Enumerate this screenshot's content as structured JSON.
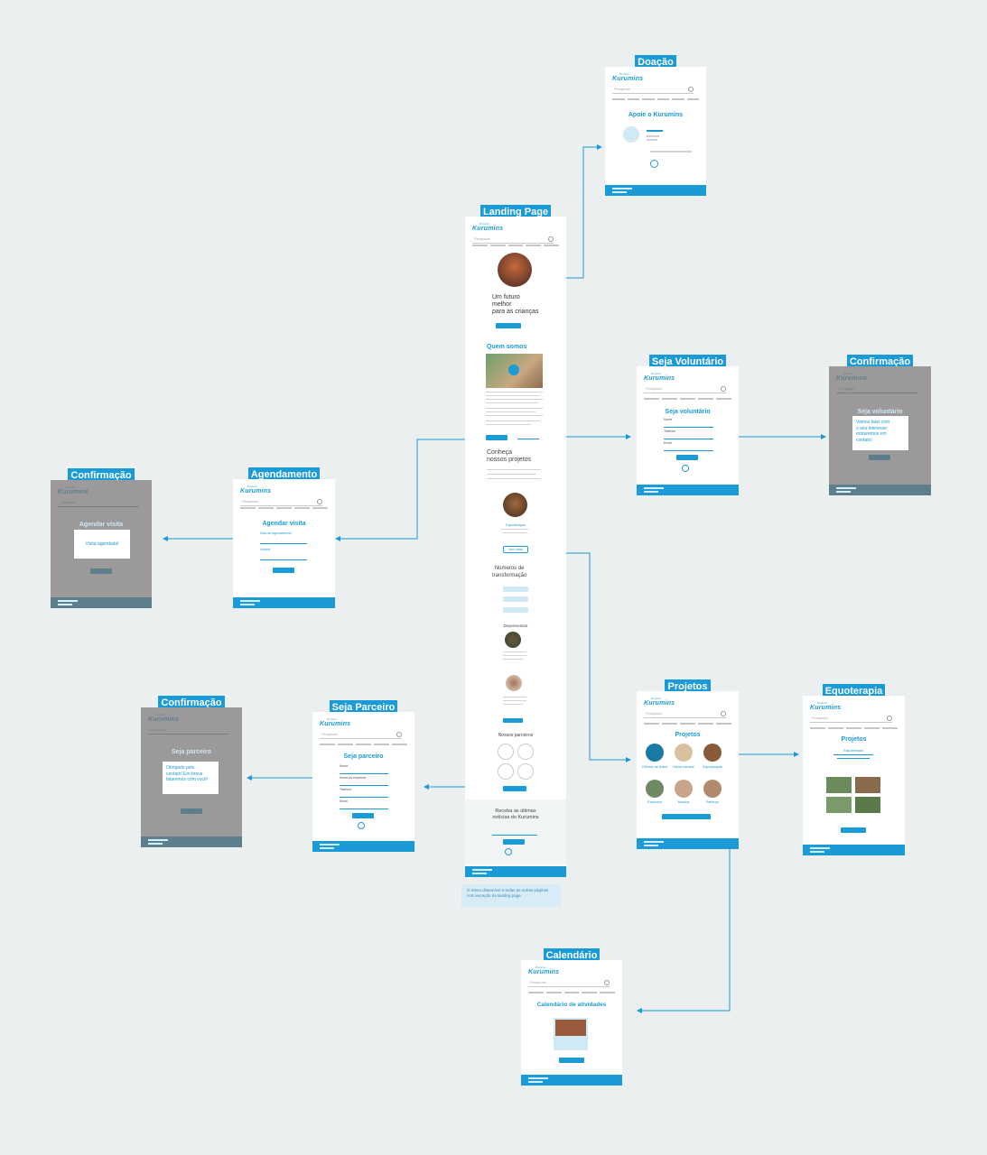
{
  "colors": {
    "accent": "#1a9ad6",
    "overlay": "#9c999b",
    "canvas": "#eceff0",
    "footer_dark": "#5d7f8c"
  },
  "app": {
    "logo_text": "Kurumins",
    "logo_sub": "Projeto"
  },
  "search": {
    "placeholder": "Pesquisar"
  },
  "boards": {
    "doacao": {
      "label": "Doação",
      "heading": "Apoie o Kurumins"
    },
    "landing": {
      "label": "Landing Page",
      "hero_text": "Um futuro\nmelhor\npara as crianças",
      "quem_somos": "Quem somos",
      "projetos_heading": "Conheça\nnossos projetos",
      "projeto_name": "Equoterapia",
      "ver_mais": "Ver mais",
      "numeros": "Números de\ntransformação",
      "depoimentos": "Depoimentos",
      "parceiros": "Nossos parceiros",
      "newsletter": "Receba as últimas\nnotícias do Kurumins"
    },
    "voluntario": {
      "label": "Seja Voluntário",
      "heading": "Seja voluntário",
      "fields": [
        "Nome",
        "Telefone",
        "Email"
      ]
    },
    "conf_voluntario": {
      "label": "Confirmação",
      "heading": "Seja voluntário",
      "modal": "Vamos falar com\no seu interesse\nentraremos em\ncontato!"
    },
    "agendamento": {
      "label": "Agendamento",
      "heading": "Agendar visita",
      "fields": [
        "Data de agendamento",
        "Horário"
      ]
    },
    "conf_agendamento": {
      "label": "Confirmação",
      "heading": "Agendar visita",
      "modal": "Visita agendada!"
    },
    "projetos": {
      "label": "Projetos",
      "heading": "Projetos",
      "items": [
        "Oficina de Artes",
        "Horta escolar",
        "Equoterapia",
        "Esportes",
        "Música",
        "Reforço"
      ]
    },
    "equoterapia": {
      "label": "Equoterapia",
      "heading": "Projetos",
      "sub": "Equoterapia"
    },
    "parceiro": {
      "label": "Seja Parceiro",
      "heading": "Seja parceiro",
      "fields": [
        "Nome",
        "Nome da empresa",
        "Telefone",
        "Email"
      ]
    },
    "conf_parceiro": {
      "label": "Confirmação",
      "heading": "Seja parceiro",
      "modal": "Obrigado pelo\ncontato! Em breve\nfalaremos com você!"
    },
    "calendario": {
      "label": "Calendário",
      "heading": "Calendário de atividades"
    }
  },
  "note": "O menu disponível a todas as outras páginas com exceção da landing page"
}
